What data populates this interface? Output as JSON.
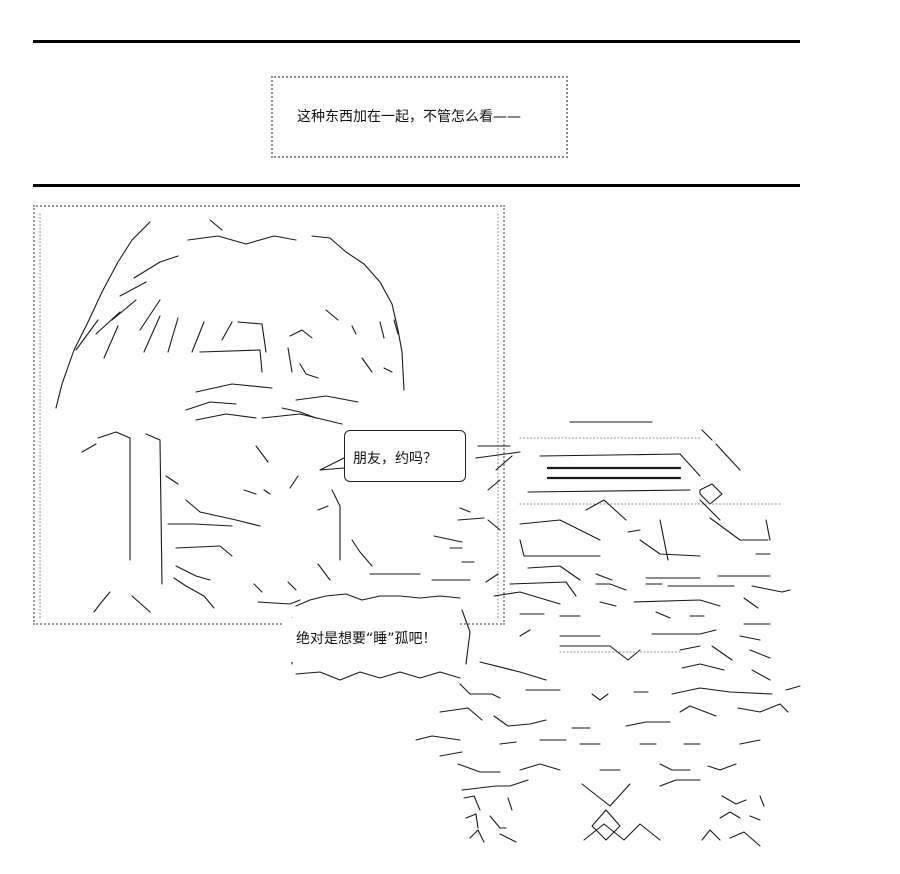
{
  "caption": {
    "text": "这种东西加在一起，不管怎么看——"
  },
  "speech_bubble": {
    "text": "朋友，约吗？"
  },
  "shout": {
    "text": "绝对是想要“睡”孤吧！"
  }
}
